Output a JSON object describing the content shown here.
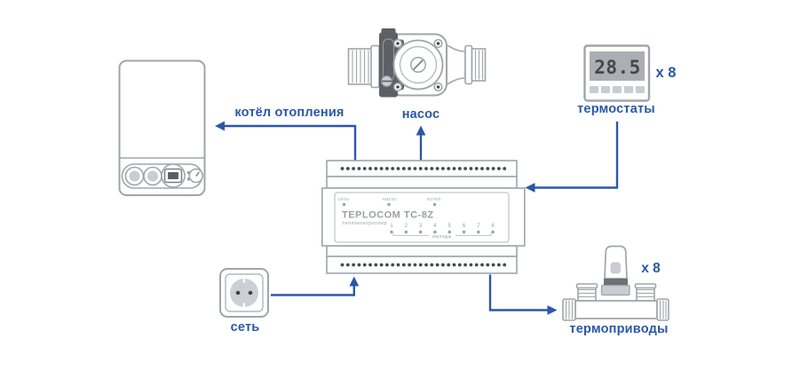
{
  "colors": {
    "accent": "#2b57a8",
    "outline": "#a0a5aa",
    "dark": "#5d6166",
    "band": "#6d7177",
    "light": "#c9ccd1",
    "dot": "#45494f",
    "panel_text": "#9aa0a6",
    "lcd_bg": "#abaeb3"
  },
  "devices": {
    "boiler": {
      "label": "котёл отопления"
    },
    "pump": {
      "label": "насос"
    },
    "thermostats": {
      "label": "термостаты",
      "multiplier": "x 8",
      "display_value": "28.5"
    },
    "socket": {
      "label": "сеть"
    },
    "actuators": {
      "label": "термоприводы",
      "multiplier": "x 8"
    }
  },
  "controller": {
    "title": "TEPLOCOM TC-8Z",
    "subtitle": "теплоконтроллер",
    "indicators": [
      "сеть",
      "насос",
      "котел"
    ],
    "outputs": [
      "1",
      "2",
      "3",
      "4",
      "5",
      "6",
      "7",
      "8"
    ],
    "outputs_label": "выходы",
    "terminal_dots_per_row": 30
  }
}
